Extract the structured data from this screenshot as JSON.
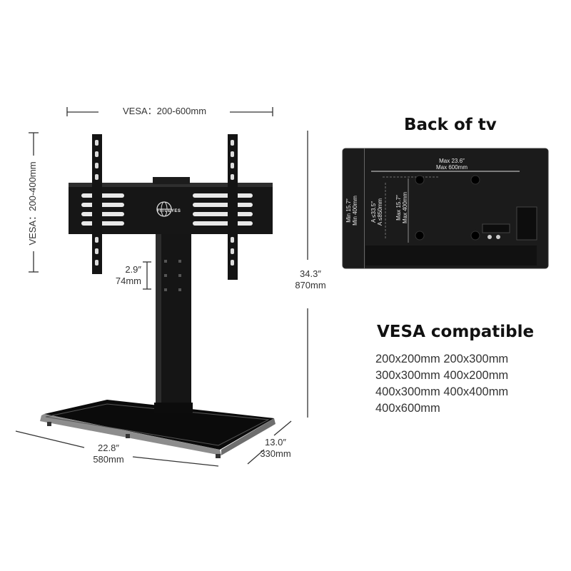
{
  "stand": {
    "vesa_width_label": "VESA：200-600mm",
    "vesa_height_label": "VESA：200-400mm",
    "adjust_in": "2.9″",
    "adjust_mm": "74mm",
    "height_in": "34.3″",
    "height_mm": "870mm",
    "base_width_in": "22.8″",
    "base_width_mm": "580mm",
    "base_depth_in": "13.0″",
    "base_depth_mm": "330mm",
    "brand": "FITUEYES"
  },
  "back_tv": {
    "title": "Back of  tv",
    "max_w_in": "Max 23.6″",
    "max_w_mm": "Max 600mm",
    "min_h_in": "Min 15.7″",
    "min_h_mm": "Min 400mm",
    "a_in": "A ≤33.5″",
    "a_mm": "A ≤850mm",
    "max_h_in": "Max 15.7″",
    "max_h_mm": "Max 400mm"
  },
  "vesa": {
    "title": "VESA compatible",
    "sizes": [
      "200x200mm 200x300mm",
      "300x300mm 400x200mm",
      "400x300mm 400x400mm",
      "400x600mm"
    ]
  }
}
